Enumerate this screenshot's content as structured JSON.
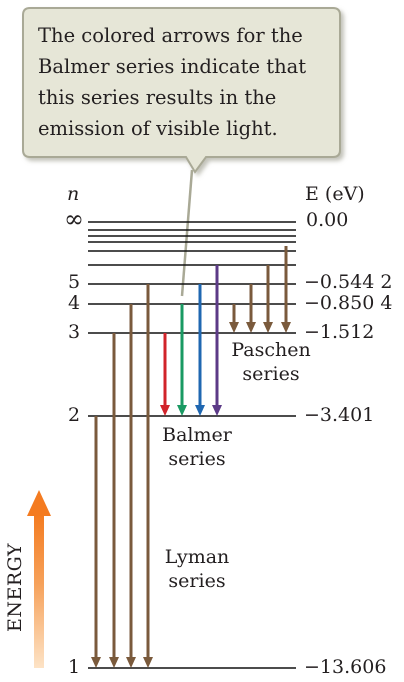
{
  "callout": {
    "line1": "The colored arrows for the",
    "line2": "Balmer series indicate that",
    "line3": "this series results in the",
    "line4": "emission of visible light."
  },
  "axis": {
    "n_label": "n",
    "e_label": "E (eV)"
  },
  "levels": [
    {
      "n": "∞",
      "energy": "0.00"
    },
    {
      "n": "5",
      "energy": "−0.544 2"
    },
    {
      "n": "4",
      "energy": "−0.850 4"
    },
    {
      "n": "3",
      "energy": "−1.512"
    },
    {
      "n": "2",
      "energy": "−3.401"
    },
    {
      "n": "1",
      "energy": "−13.606"
    }
  ],
  "series_labels": {
    "paschen": "Paschen\nseries",
    "balmer": "Balmer\nseries",
    "lyman": "Lyman\nseries"
  },
  "energy_label": "ENERGY",
  "colors": {
    "brown_arrow": "#7a5a3c",
    "balmer_red": "#d1232a",
    "balmer_green": "#1a9a63",
    "balmer_blue": "#1f67b1",
    "balmer_violet": "#5c3a87",
    "energy_arrow": "#f47b20",
    "callout_fill": "#e6e6d7",
    "callout_border": "#a9a996"
  }
}
